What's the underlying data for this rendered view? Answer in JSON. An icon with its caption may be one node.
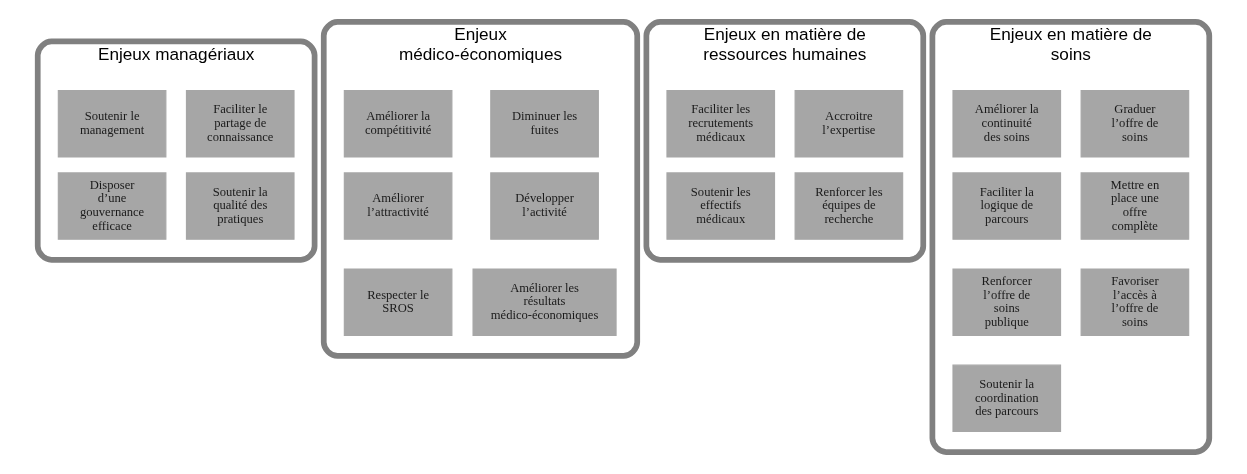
{
  "diagram": {
    "nodes": [
      {
        "text": [
          "Enjeux managériaux"
        ]
      },
      {
        "text": [
          "Faciliter le partage de connaissance"
        ],
        "in": 0
      },
      {
        "text": [
          "Soutenir le management"
        ],
        "in": 0
      },
      {
        "text": [
          "Soutenir la qualité des pratiques"
        ],
        "in": 0
      },
      {
        "text": [
          "Disposer d’une gouvernance efficace"
        ],
        "in": 0
      },
      {
        "text": [
          "Enjeux médico-économiques"
        ]
      },
      {
        "text": [
          "Diminuer les fuites"
        ],
        "in": 5
      },
      {
        "text": [
          "Améliorer la compétitivité"
        ],
        "in": 5
      },
      {
        "text": [
          "Développer l’activité"
        ],
        "in": 5
      },
      {
        "text": [
          "Améliorer l’attractivité"
        ],
        "in": 5
      },
      {
        "text": [
          "Améliorer les résultats médico-économiques"
        ],
        "in": 5
      },
      {
        "text": [
          "Respecter le SROS"
        ],
        "in": 5
      },
      {
        "text": [
          "Enjeux en matière de ressources humaines"
        ]
      },
      {
        "text": [
          "Accroitre l’expertise"
        ],
        "in": 12
      },
      {
        "text": [
          "Faciliter les recrutements médicaux"
        ],
        "in": 12
      },
      {
        "text": [
          "Renforcer les équipes de recherche"
        ],
        "in": 12
      },
      {
        "text": [
          "Soutenir les effectifs médicaux"
        ],
        "in": 12
      },
      {
        "text": [
          "Enjeux en matière de soins"
        ]
      },
      {
        "text": [
          "Graduer l’offre de soins"
        ],
        "in": 17
      },
      {
        "text": [
          "Mettre en place une offre complète"
        ],
        "in": 17
      },
      {
        "text": [
          "Favoriser l’accès à l’offre de soins"
        ],
        "in": 17
      },
      {
        "text": [
          "Améliorer la continuité des soins"
        ],
        "in": 17
      },
      {
        "text": [
          "Faciliter la logique de parcours"
        ],
        "in": 17
      },
      {
        "text": [
          "Renforcer l’offre de soins publique"
        ],
        "in": 17
      },
      {
        "text": [
          "Soutenir la coordination des parcours"
        ],
        "in": 17
      }
    ],
    "edges": []
  }
}
